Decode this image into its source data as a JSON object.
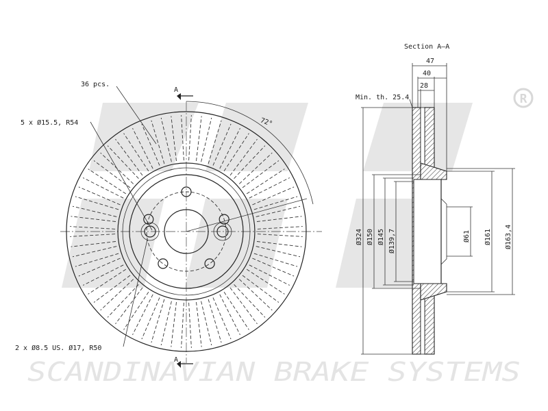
{
  "watermark": {
    "company": "SCANDINAVIAN BRAKE SYSTEMS",
    "registered_mark": "R",
    "watermark_color": "#e4e4e4"
  },
  "front_view": {
    "vanes_count_label": "36 pcs.",
    "vane_count": 36,
    "angle_label": "72°",
    "bolt_holes_label": "5 x Ø15.5, R54",
    "bolt_hole_count": 5,
    "locating_holes_label": "2 x Ø8.5 US. Ø17, R50",
    "section_marker_top": "A",
    "section_marker_bottom": "A"
  },
  "section_view": {
    "title": "Section A–A",
    "min_thickness_label": "Min. th. 25.4",
    "dimensions_top": [
      "47",
      "40",
      "28"
    ],
    "diameters_left": [
      "Ø324",
      "Ø150",
      "Ø145",
      "Ø139,7"
    ],
    "diameters_right": [
      "Ø61",
      "Ø161",
      "Ø163,4"
    ]
  },
  "colors": {
    "line": "#222222",
    "hatch": "#444444"
  }
}
